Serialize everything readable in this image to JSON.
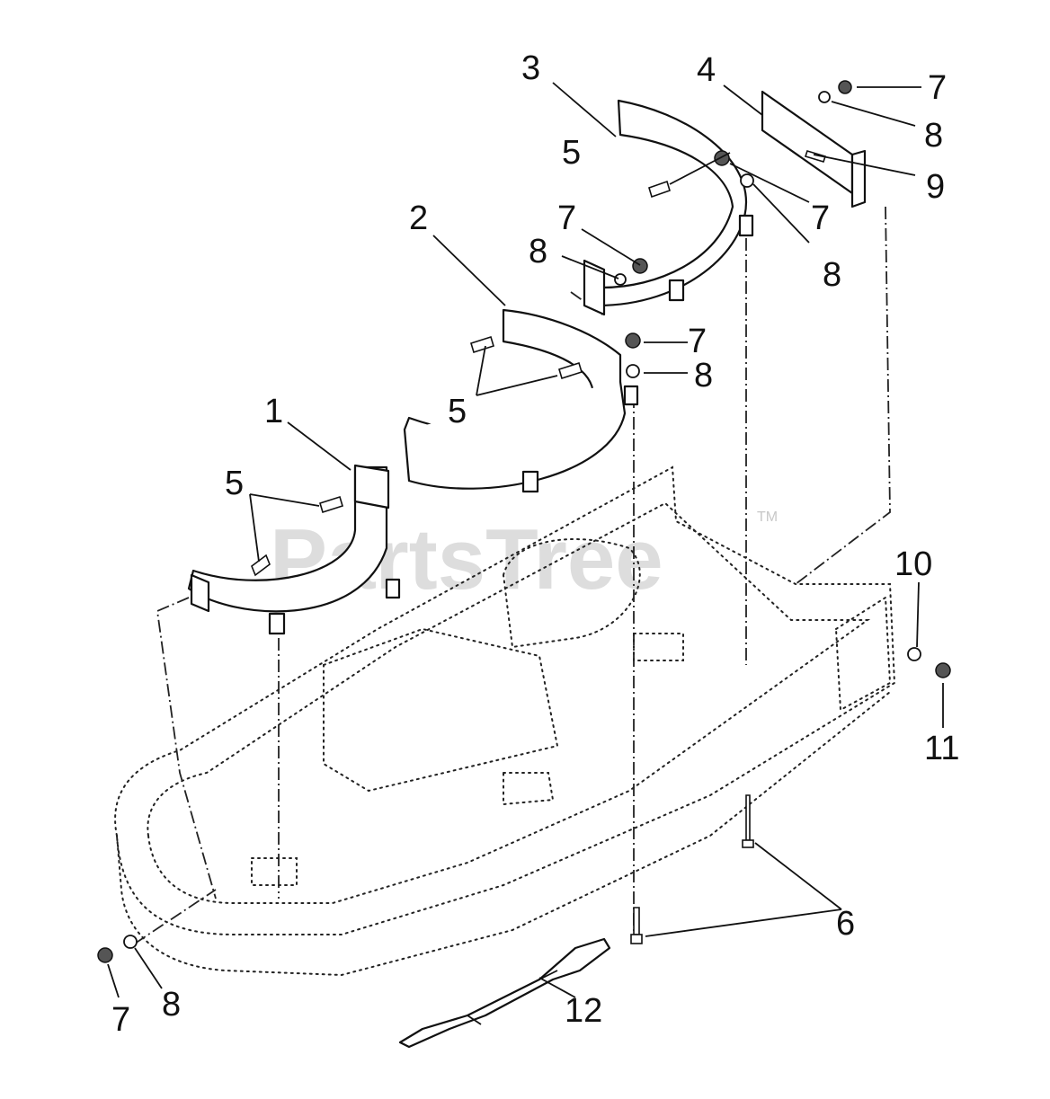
{
  "watermark": {
    "text": "PartsTree",
    "trademark": "TM"
  },
  "callouts": {
    "c3": "3",
    "c4": "4",
    "c7_top": "7",
    "c8_top": "8",
    "c9": "9",
    "c5_top": "5",
    "c7_mid_right": "7",
    "c8_mid_right": "8",
    "c2": "2",
    "c7_mid_left": "7",
    "c8_mid_left": "8",
    "c7_lower": "7",
    "c8_lower": "8",
    "c5_mid": "5",
    "c1": "1",
    "c5_left": "5",
    "c10": "10",
    "c11": "11",
    "c6": "6",
    "c7_bottom": "7",
    "c8_bottom": "8",
    "c12": "12"
  },
  "colors": {
    "line": "#111111",
    "watermark": "#d2d2d2",
    "background": "#ffffff"
  }
}
